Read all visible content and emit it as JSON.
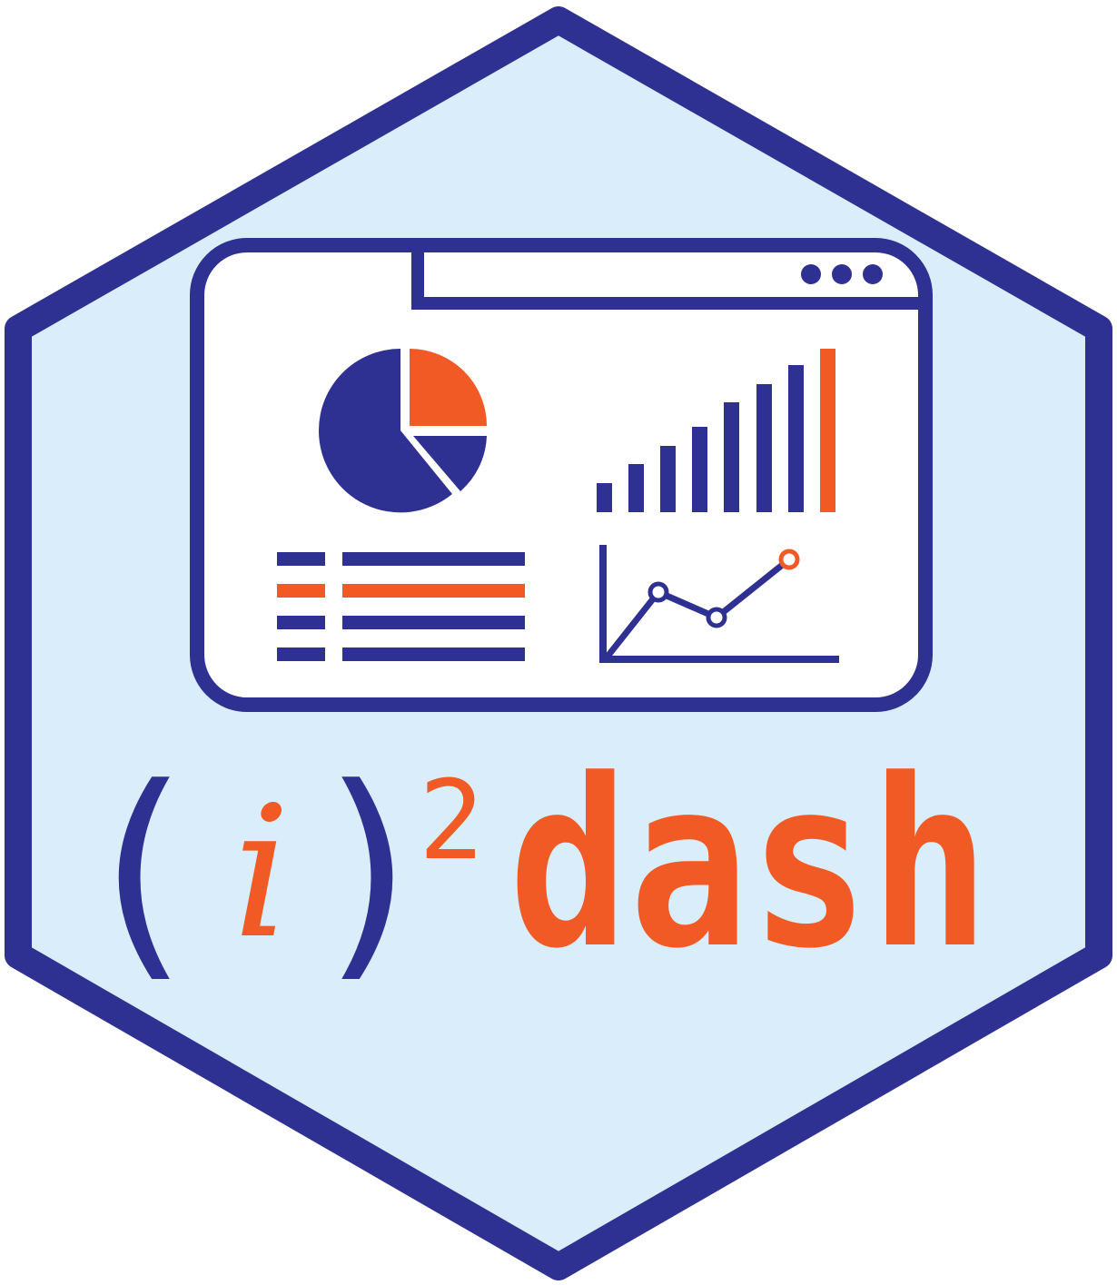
{
  "logo": {
    "wordmark": {
      "open_paren": "(",
      "letter_i": "i",
      "close_paren": ")",
      "superscript": "2",
      "word": "dash"
    },
    "colors": {
      "primary": "#2e3192",
      "accent": "#f15a24",
      "hex_fill": "#d9edfb",
      "window_fill": "#ffffff"
    },
    "icons": [
      "dashboard-window-icon",
      "pie-chart-icon",
      "bar-chart-icon",
      "line-chart-icon",
      "table-list-icon"
    ]
  }
}
